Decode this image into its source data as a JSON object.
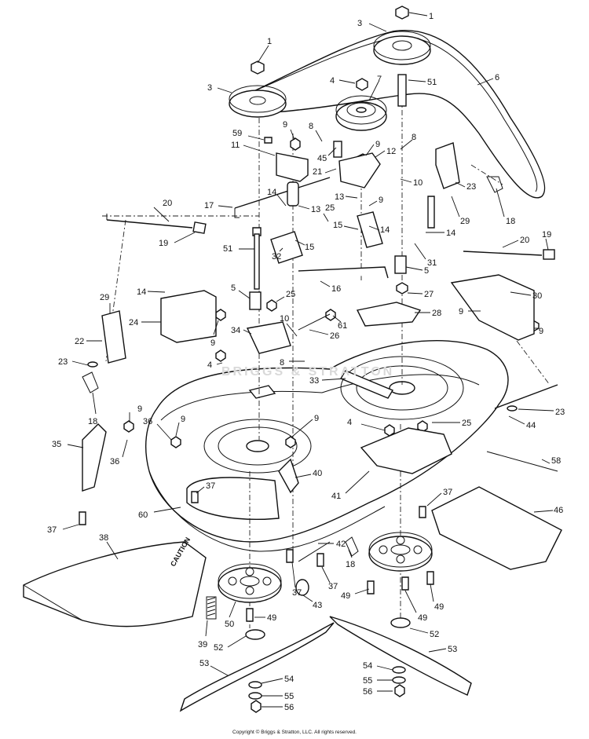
{
  "copyright": "Copyright © Briggs & Stratton, LLC. All rights reserved.",
  "watermark": "BRIGGS & STRATTON",
  "decal_text": "CAUTION",
  "callouts": {
    "c1a": "1",
    "c1b": "1",
    "c3a": "3",
    "c3b": "3",
    "c4a": "4",
    "c7": "7",
    "c51a": "51",
    "c6": "6",
    "c59": "59",
    "c9a": "9",
    "c8a": "8",
    "c9b": "9",
    "c8b": "8",
    "c11": "11",
    "c45": "45",
    "c12": "12",
    "c21": "21",
    "c10a": "10",
    "c23a": "23",
    "c13a": "13",
    "c13b": "13",
    "c14a": "14",
    "c9c": "9",
    "c20a": "20",
    "c17": "17",
    "c25a": "25",
    "c14b": "14",
    "c15a": "15",
    "c14c": "14",
    "c29a": "29",
    "c18a": "18",
    "c19a": "19",
    "c51b": "51",
    "c32": "32",
    "c15b": "15",
    "c31": "31",
    "c20b": "20",
    "c19b": "19",
    "c5a": "5",
    "c16": "16",
    "c5b": "5",
    "c29b": "29",
    "c14d": "14",
    "c25b": "25",
    "c27": "27",
    "c30": "30",
    "c24": "24",
    "c9d": "9",
    "c34": "34",
    "c10b": "10",
    "c61": "61",
    "c28": "28",
    "c9e": "9",
    "c22": "22",
    "c26": "26",
    "c9f": "9",
    "c8c": "8",
    "c4b": "4",
    "c23b": "23",
    "c33": "33",
    "c18b": "18",
    "c9g": "9",
    "c36a": "36",
    "c9h": "9",
    "c9i": "9",
    "c4c": "4",
    "c25c": "25",
    "c23c": "23",
    "c44": "44",
    "c35": "35",
    "c36b": "36",
    "c58": "58",
    "c40": "40",
    "c37a": "37",
    "c41": "41",
    "c37b": "37",
    "c46": "46",
    "c60": "60",
    "c37c": "37",
    "c38": "38",
    "c42": "42",
    "c18c": "18",
    "c37d": "37",
    "c37e": "37",
    "c43": "43",
    "c49a": "49",
    "c49b": "49",
    "c49c": "49",
    "c50": "50",
    "c49d": "49",
    "c39": "39",
    "c52a": "52",
    "c52b": "52",
    "c53a": "53",
    "c53b": "53",
    "c54a": "54",
    "c54b": "54",
    "c55a": "55",
    "c55b": "55",
    "c56a": "56",
    "c56b": "56"
  }
}
